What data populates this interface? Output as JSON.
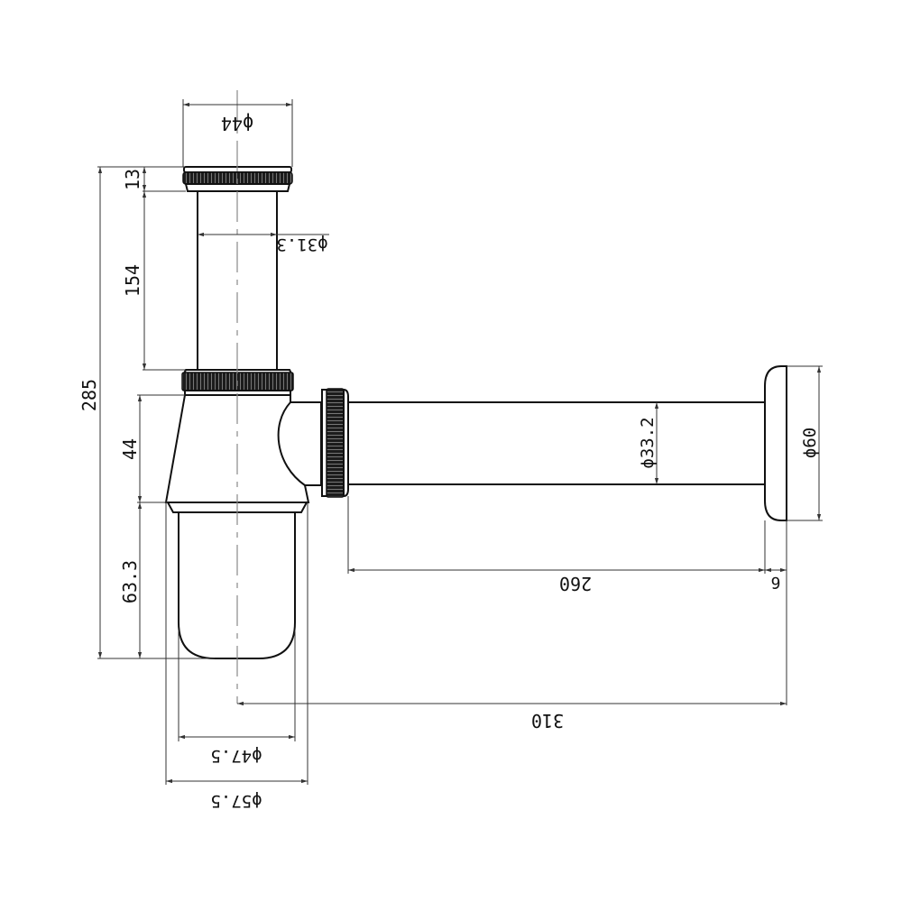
{
  "drawing": {
    "subject": "Bottle trap with wall outlet pipe",
    "units": "mm",
    "stroke_color": "#111111",
    "dim_line_color": "#333333",
    "knurl_color": "#2a2a2a",
    "background": "#ffffff"
  },
  "dimensions": {
    "top_flange_diameter": "ϕ44",
    "tailpiece_diameter": "ϕ31.3",
    "flange_height": "13",
    "tailpiece_length": "154",
    "overall_height": "285",
    "body_height": "44",
    "cup_height": "63.3",
    "cup_inner_diameter": "ϕ47.5",
    "body_outer_diameter": "ϕ57.5",
    "outlet_pipe_diameter": "ϕ33.2",
    "wall_flange_diameter": "ϕ60",
    "outlet_pipe_length": "260",
    "wall_flange_thickness": "6",
    "overall_projection": "310"
  }
}
